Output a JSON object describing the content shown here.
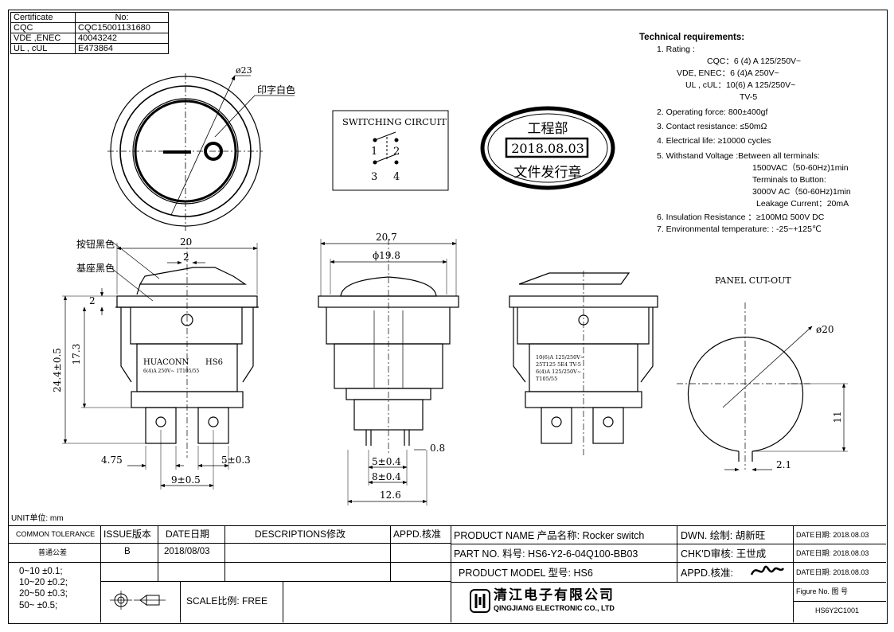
{
  "certificates": {
    "header": [
      "Certificate",
      "No:"
    ],
    "rows": [
      [
        "CQC",
        "CQC15001131680"
      ],
      [
        "VDE ,ENEC",
        "40043242"
      ],
      [
        "UL , cUL",
        "E473864"
      ]
    ]
  },
  "technical": {
    "title": "Technical requirements:",
    "rating_label": "1. Rating :",
    "rating_cqc": "CQC：6 (4) A 125/250V~",
    "rating_vde": "VDE, ENEC：6 (4)A  250V~",
    "rating_ul": "UL , cUL：10(6) A 125/250V~",
    "rating_tv": "TV-5",
    "item2": "2. Operating force:  800±400gf",
    "item3": "3. Contact resistance:  ≤50mΩ",
    "item4": "4. Electrical life: ≥10000 cycles",
    "item5": "5. Withstand Voltage :Between all terminals:",
    "item5a": "1500VAC（50-60Hz)1min",
    "item5b": "Terminals to Button:",
    "item5c": "3000V AC（50-60Hz)1min",
    "item5d": "Leakage Current：20mA",
    "item6": "6. Insulation Resistance ：≥100MΩ  500V DC",
    "item7": "7. Environmental temperature: : -25~+125℃"
  },
  "switching": {
    "title": "SWITCHING CIRCUIT",
    "t1": "1",
    "t2": "2",
    "t3": "3",
    "t4": "4"
  },
  "stamp": {
    "top": "工程部",
    "date": "2018.08.03",
    "bottom": "文件发行章"
  },
  "top_view": {
    "dia": "ø23",
    "note": "印字白色"
  },
  "front_view": {
    "w20": "20",
    "w2": "2",
    "h2": "2",
    "h17": "17.3",
    "h24": "24.4±0.5",
    "note1": "按钮黑色",
    "note2": "基座黑色",
    "brand": "HUACONN",
    "model": "HS6",
    "label": "6(4)A 250V~ 1T105/55",
    "d475": "4.75",
    "d5": "5±0.3",
    "d9": "9±0.5"
  },
  "side_view": {
    "w207": "20.7",
    "w198": "ϕ19.8",
    "d5": "5±0.4",
    "d8": "8±0.4",
    "d126": "12.6",
    "d08": "0.8"
  },
  "back_view": {
    "lines": [
      "10(6)A 125/250V~",
      "25T125 5E4  TV-5",
      "6(4)A 125/250V~",
      "T105/55"
    ]
  },
  "cutout": {
    "title": "PANEL CUT-OUT",
    "dia": "ø20",
    "h": "11",
    "w": "2.1"
  },
  "unit": "UNIT单位: mm",
  "title_block": {
    "tolerance_title": "COMMON TOLERANCE",
    "tolerance_cn": "普通公差",
    "tol1": "0~10  ±0.1;",
    "tol2": "10~20 ±0.2;",
    "tol3": "20~50 ±0.3;",
    "tol4": "50~    ±0.5;",
    "issue_h": "ISSUE版本",
    "date_h": "DATE日期",
    "desc_h": "DESCRIPTIONS修改",
    "appd_h": "APPD.核准",
    "issue": "B",
    "date": "2018/08/03",
    "scale": "SCALE比例: FREE",
    "product_name": "PRODUCT NAME  产品名称:  Rocker switch",
    "part_no": "PART NO.     料号: HS6-Y2-6-04Q100-BB03",
    "model": "PRODUCT MODEL 型号:   HS6",
    "company_cn": "清江电子有限公司",
    "company_en": "QINGJIANG ELECTRONIC CO., LTD",
    "dwn": "DWN. 绘制:  胡新旺",
    "chkd": "CHK'D审核:  王世成",
    "appd": "APPD.核准:",
    "date1": "DATE日期: 2018.08.03",
    "date2": "DATE日期: 2018.08.03",
    "date3": "DATE日期: 2018.08.03",
    "figure": "Figure No.  图 号",
    "figure_no": "HS6Y2C1001"
  }
}
